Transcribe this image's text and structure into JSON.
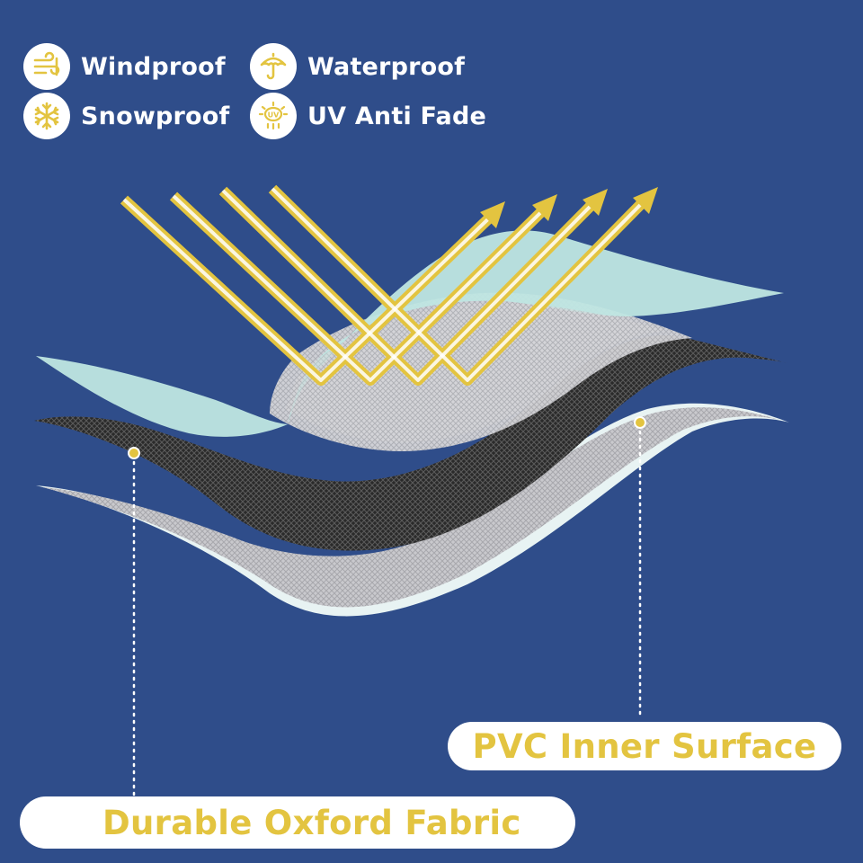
{
  "features": [
    {
      "key": "wind",
      "label": "Windproof",
      "icon": "wind-icon"
    },
    {
      "key": "water",
      "label": "Waterproof",
      "icon": "umbrella-icon"
    },
    {
      "key": "snow",
      "label": "Snowproof",
      "icon": "snowflake-icon"
    },
    {
      "key": "uv",
      "label": "UV Anti Fade",
      "icon": "uv-sun-icon"
    }
  ],
  "callouts": {
    "inner": "PVC Inner Surface",
    "outer": "Durable Oxford Fabric"
  },
  "colors": {
    "background": "#2f4d8a",
    "accent_yellow": "#e3c440",
    "coating_layer": "#bfe6e2",
    "oxford_layer": "#2a2a2a",
    "inner_layer": "#c9c9cd",
    "text_white": "#ffffff"
  }
}
